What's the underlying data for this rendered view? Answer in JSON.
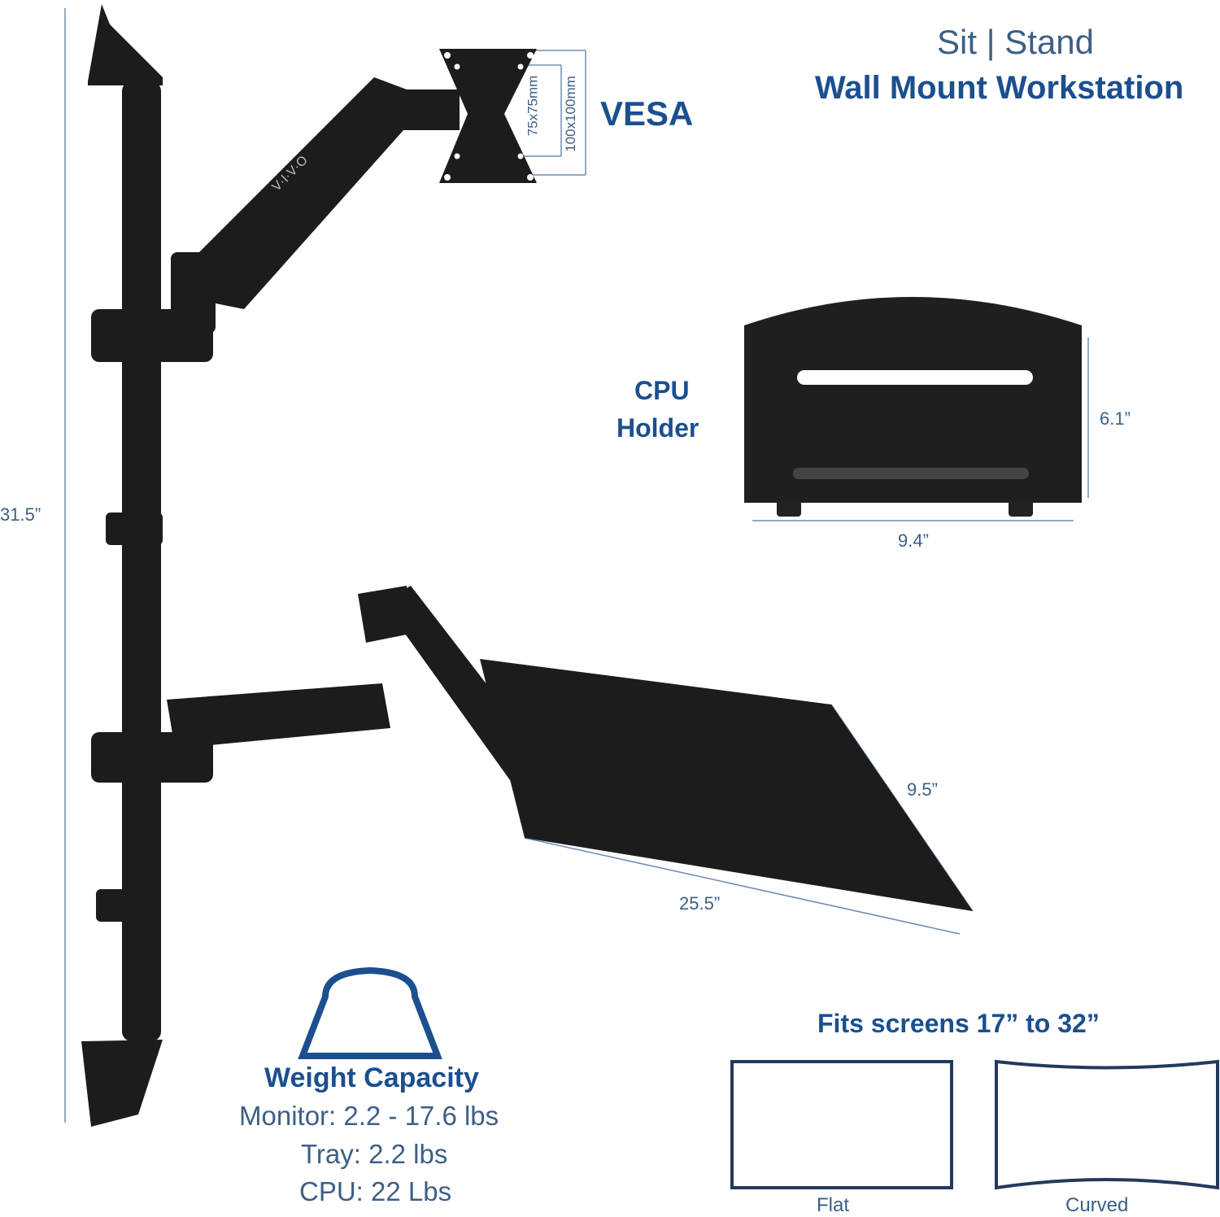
{
  "title": {
    "line1": "Sit | Stand",
    "line2": "Wall Mount Workstation"
  },
  "vesa": {
    "label": "VESA",
    "dim_small": "75x75mm",
    "dim_large": "100x100mm"
  },
  "brand": "V·I·V·O",
  "cpu_holder": {
    "label_line1": "CPU",
    "label_line2": "Holder",
    "height": "6.1”",
    "width": "9.4”"
  },
  "pole": {
    "height": "31.5”"
  },
  "tray": {
    "depth": "9.5”",
    "width": "25.5”"
  },
  "weight": {
    "title": "Weight Capacity",
    "monitor": "Monitor: 2.2 - 17.6 lbs",
    "tray": "Tray: 2.2 lbs",
    "cpu": "CPU: 22 Lbs"
  },
  "screens": {
    "title": "Fits screens 17” to 32”",
    "flat": "Flat",
    "curved": "Curved"
  },
  "colors": {
    "heading": "#1b4f8f",
    "text": "#3d5f86",
    "product": "#1c1c1c",
    "dimension_line": "#6d8db3"
  }
}
